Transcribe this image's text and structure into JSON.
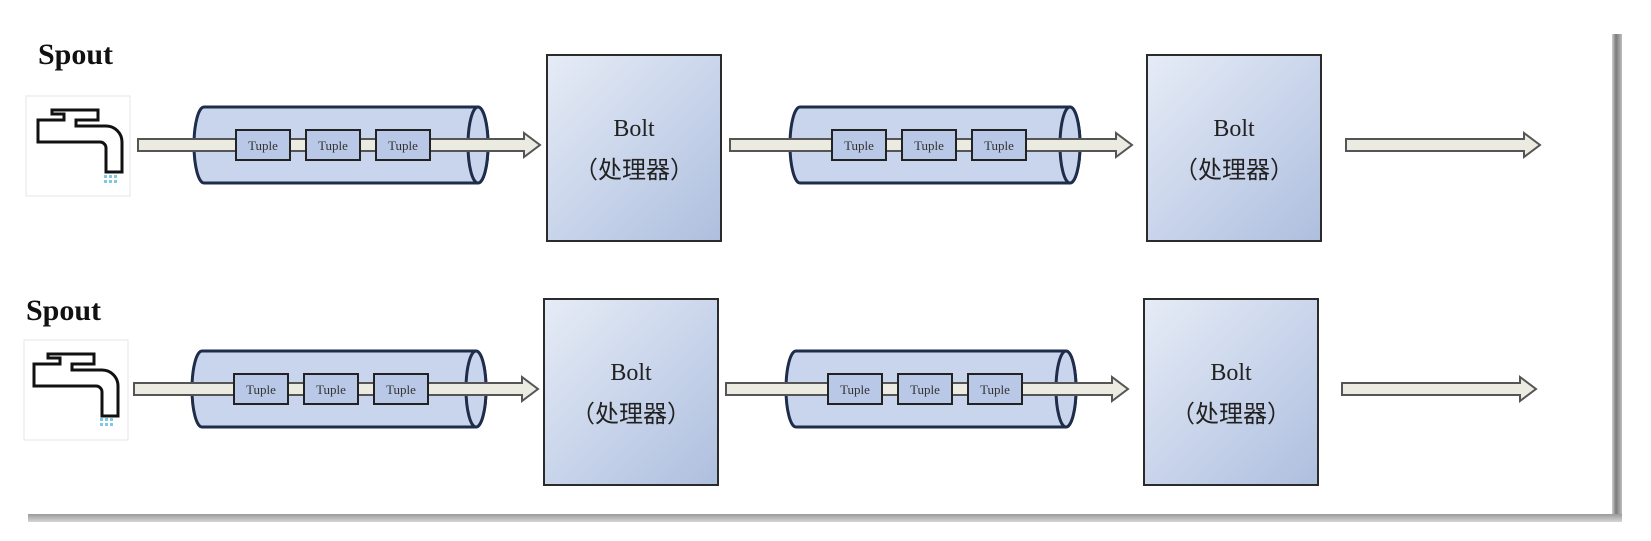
{
  "spout_label": "Spout",
  "tuple_label": "Tuple",
  "bolt": {
    "title": "Bolt",
    "subtitle": "（处理器）"
  },
  "colors": {
    "pipe_fill": "#c9d5ec",
    "pipe_stroke": "#1f2d4a",
    "bolt_fill": "#c7d3ea",
    "arrow_fill": "#ecebe2",
    "tuple_fill": "#b9c8e6",
    "water": "#7ec8e3"
  },
  "icons": {
    "spout": "faucet-icon",
    "stream": "arrow-right-icon"
  },
  "rows": [
    {
      "id": "row-1",
      "tuples": [
        "Tuple",
        "Tuple",
        "Tuple"
      ]
    },
    {
      "id": "row-2",
      "tuples": [
        "Tuple",
        "Tuple",
        "Tuple"
      ]
    }
  ]
}
